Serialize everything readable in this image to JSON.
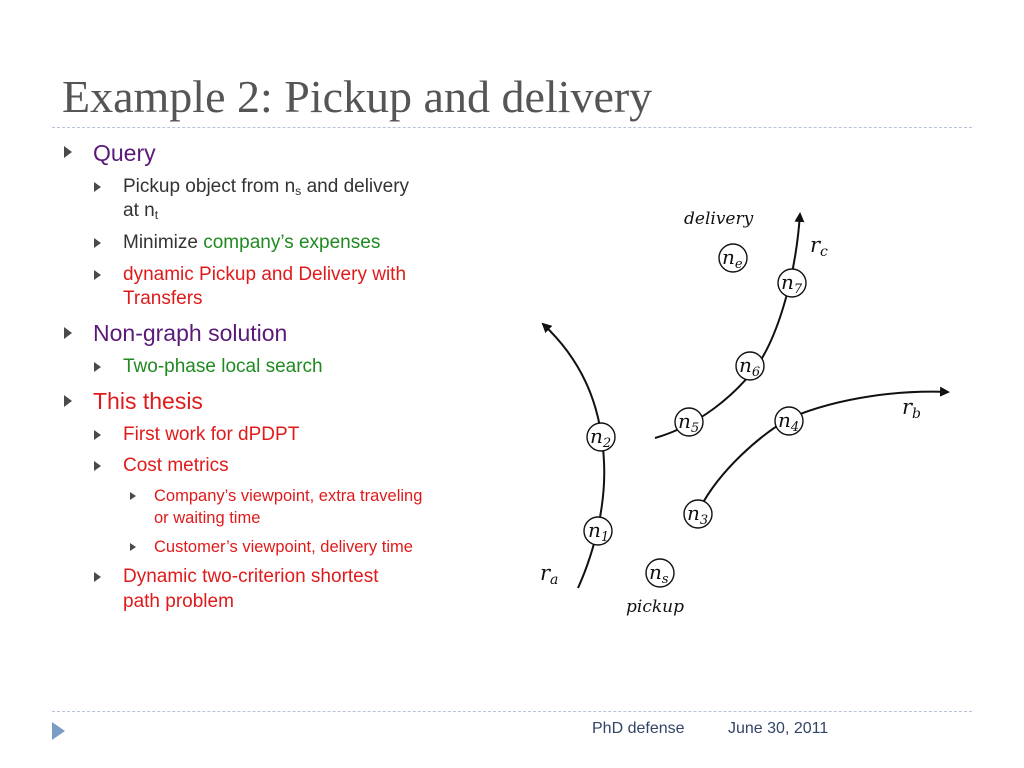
{
  "slide": {
    "title": "Example 2: Pickup and delivery",
    "bullets": {
      "query": "Query",
      "pickup_pre": "Pickup object from n",
      "pickup_sub_s": "s",
      "pickup_mid": " and delivery",
      "pickup_at": "at n",
      "pickup_sub_t": "t",
      "minimize": "Minimize ",
      "expenses": "company’s expenses",
      "dynamic_line1": "dynamic Pickup and Delivery with",
      "dynamic_line2": "Transfers",
      "nongraph": "Non-graph solution",
      "twophase": "Two-phase local search",
      "thesis": "This thesis",
      "firstwork": "First work for dPDPT",
      "cost": "Cost metrics",
      "company_line1": "Company’s viewpoint, extra traveling",
      "company_line2": "or waiting time",
      "customer": "Customer’s viewpoint, delivery time",
      "dyn2_line1": "Dynamic two-criterion shortest",
      "dyn2_line2": "path problem"
    }
  },
  "diagram": {
    "delivery_label": "delivery",
    "pickup_label": "pickup",
    "routes": [
      {
        "id": "ra",
        "main": "r",
        "sub": "a"
      },
      {
        "id": "rb",
        "main": "r",
        "sub": "b"
      },
      {
        "id": "rc",
        "main": "r",
        "sub": "c"
      }
    ],
    "nodes": [
      {
        "id": "n1",
        "main": "n",
        "sub": "1"
      },
      {
        "id": "n2",
        "main": "n",
        "sub": "2"
      },
      {
        "id": "n3",
        "main": "n",
        "sub": "3"
      },
      {
        "id": "n4",
        "main": "n",
        "sub": "4"
      },
      {
        "id": "n5",
        "main": "n",
        "sub": "5"
      },
      {
        "id": "n6",
        "main": "n",
        "sub": "6"
      },
      {
        "id": "n7",
        "main": "n",
        "sub": "7"
      },
      {
        "id": "ne",
        "main": "n",
        "sub": "e"
      },
      {
        "id": "ns",
        "main": "n",
        "sub": "s"
      }
    ]
  },
  "footer": {
    "event": "PhD defense",
    "date": "June 30, 2011"
  },
  "colors": {
    "title": "#555555",
    "purple": "#5a1a78",
    "green": "#1f8a1f",
    "red": "#e01a1a",
    "bullet": "#4a4a4a",
    "rule": "#b8c4d4",
    "nav": "#7a9cc6"
  },
  "icons": [
    "bullet-triangle-icon",
    "nav-forward-icon"
  ]
}
